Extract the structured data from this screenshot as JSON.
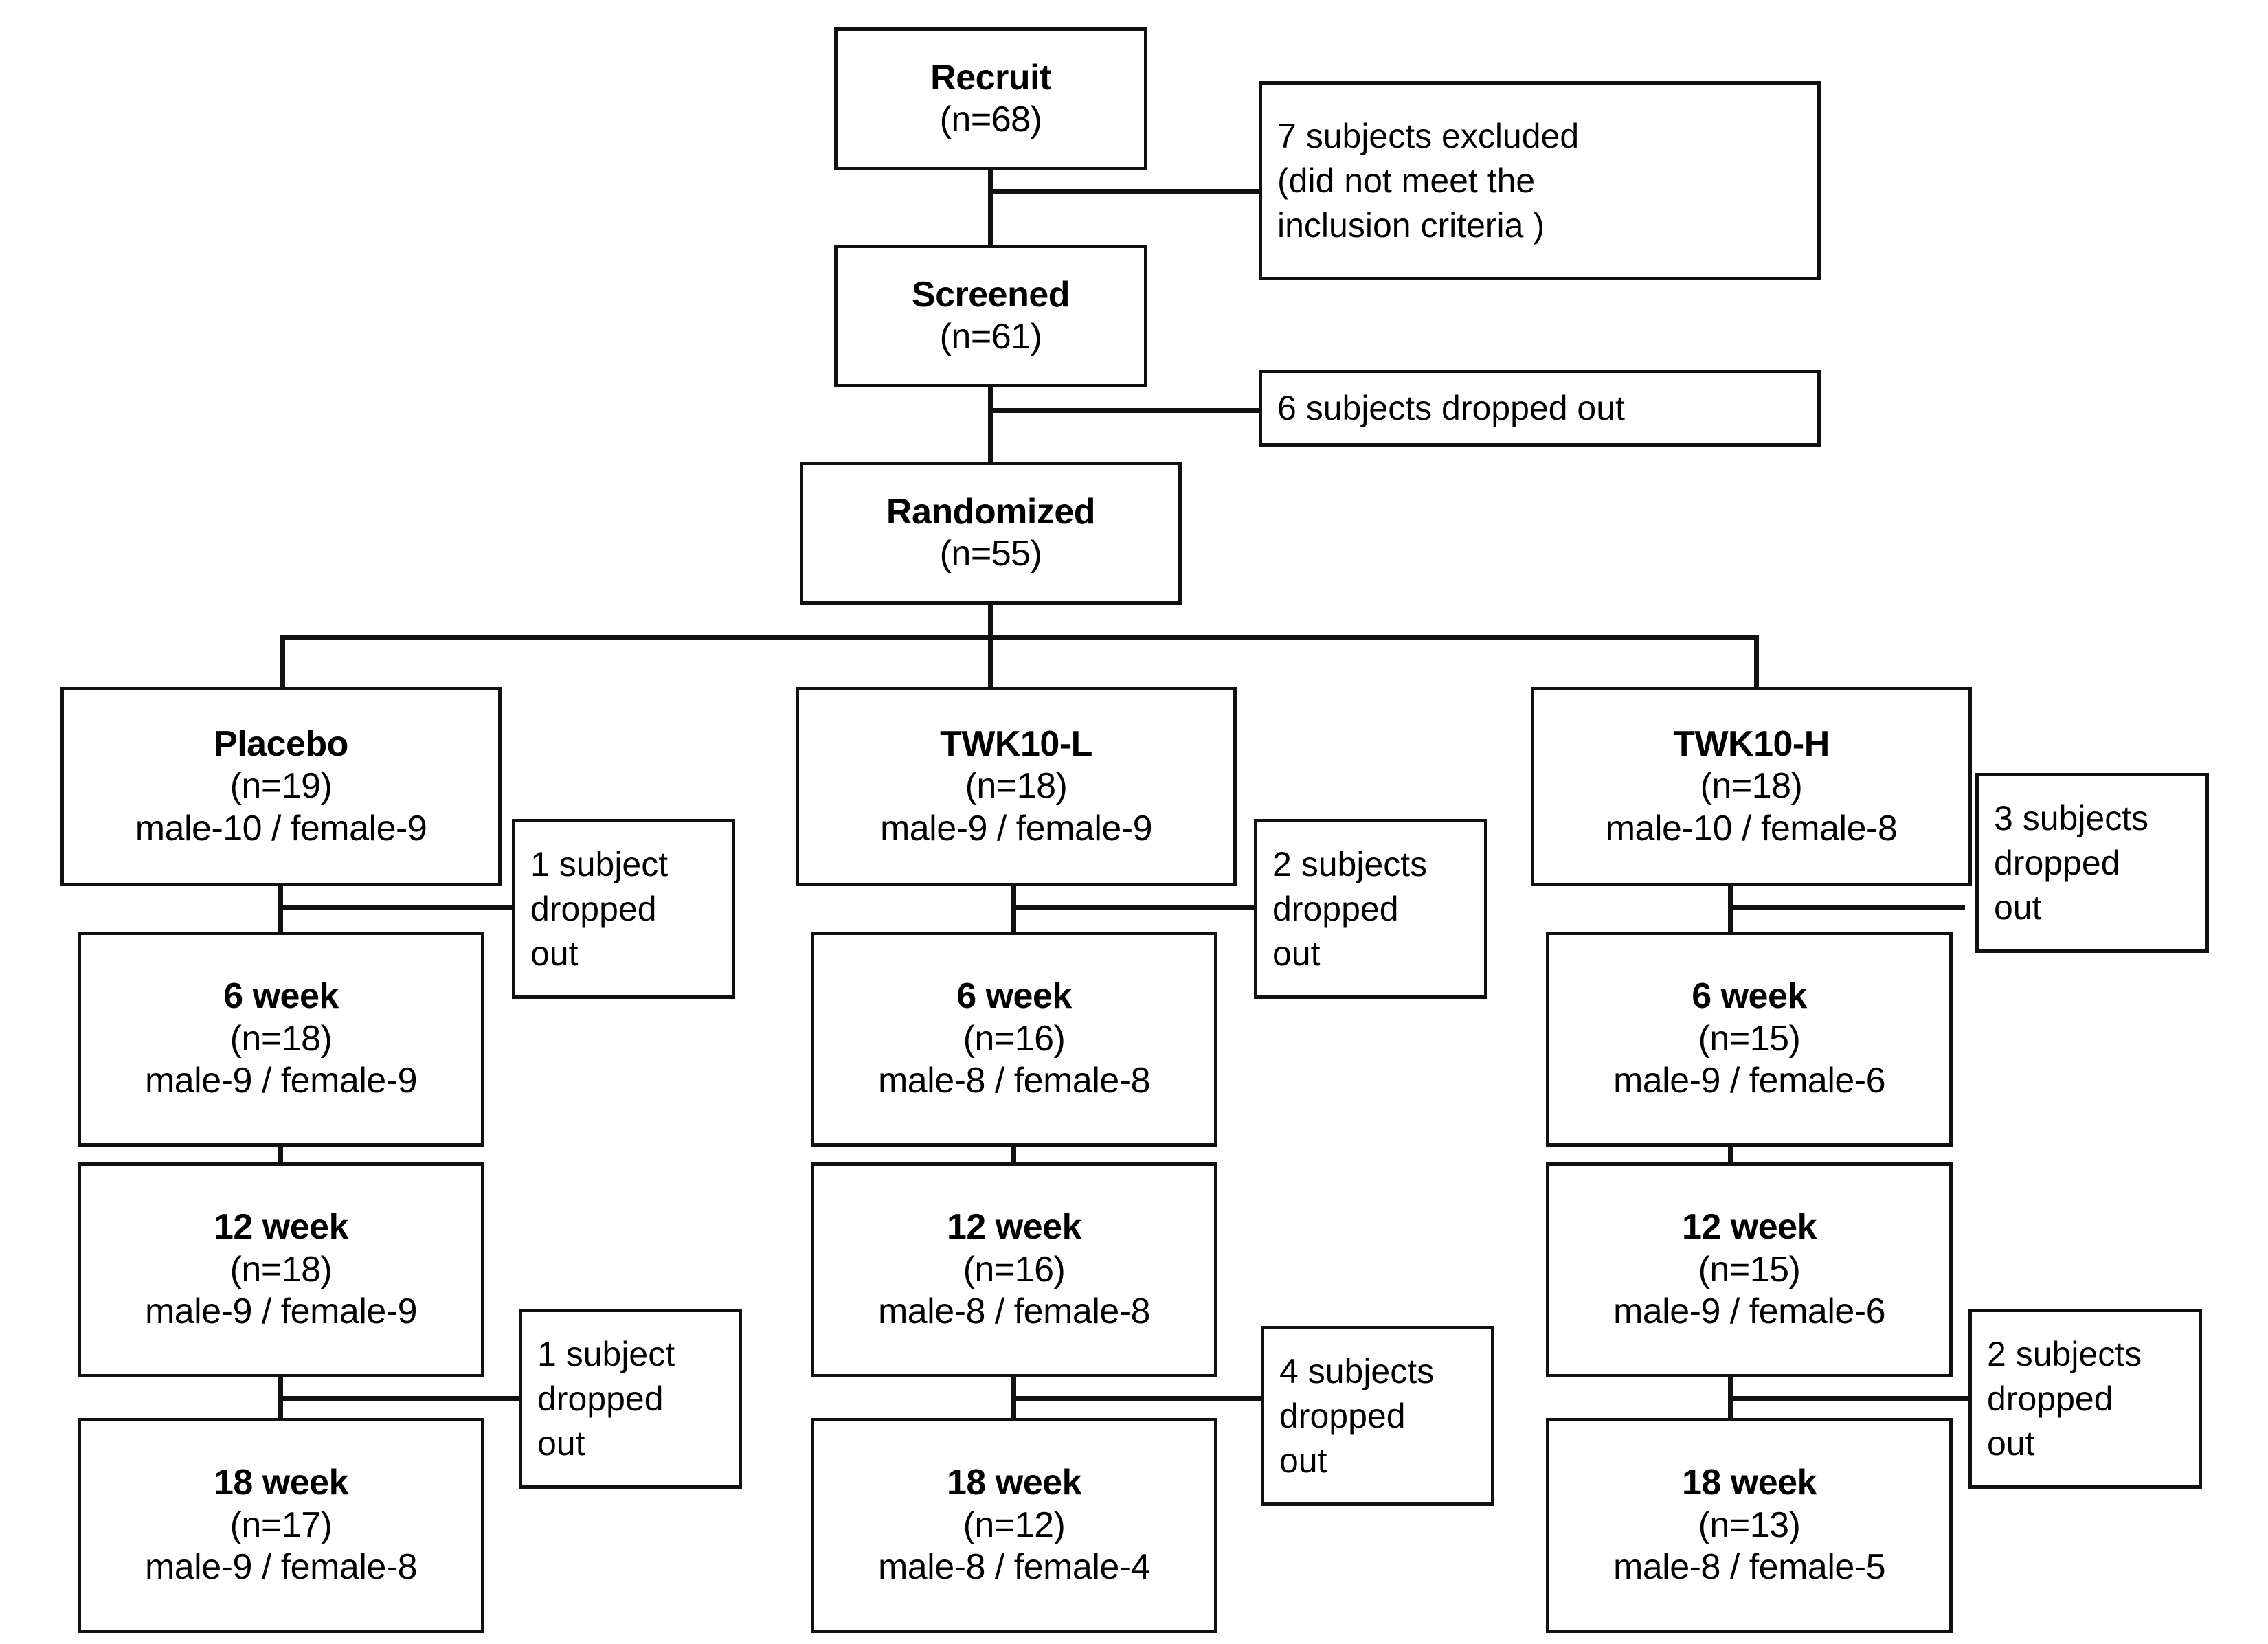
{
  "diagram": {
    "type": "consort-flow",
    "title_nodes": {
      "recruit": {
        "title": "Recruit",
        "n": "(n=68)"
      },
      "screened": {
        "title": "Screened",
        "n": "(n=61)"
      },
      "randomized": {
        "title": "Randomized",
        "n": "(n=55)"
      }
    },
    "top_notes": [
      {
        "id": "excluded",
        "lines": [
          "7 subjects excluded",
          "(did not meet the",
          "inclusion criteria )"
        ]
      },
      {
        "id": "dropped-screen",
        "lines": [
          "6 subjects dropped out"
        ]
      }
    ],
    "arms": [
      {
        "id": "placebo",
        "group": {
          "title": "Placebo",
          "n": "(n=19)",
          "sex": "male-10 / female-9"
        },
        "timepoints": [
          {
            "title": "6 week",
            "n": "(n=18)",
            "sex": "male-9 / female-9"
          },
          {
            "title": "12 week",
            "n": "(n=18)",
            "sex": "male-9 / female-9"
          },
          {
            "title": "18 week",
            "n": "(n=17)",
            "sex": "male-9 / female-8"
          }
        ],
        "dropouts": [
          {
            "after": "group",
            "lines": [
              "1 subject",
              "dropped",
              "out"
            ]
          },
          {
            "after": "12 week",
            "lines": [
              "1 subject",
              "dropped",
              "out"
            ]
          }
        ]
      },
      {
        "id": "twk10-l",
        "group": {
          "title": "TWK10-L",
          "n": "(n=18)",
          "sex": "male-9 / female-9"
        },
        "timepoints": [
          {
            "title": "6 week",
            "n": "(n=16)",
            "sex": "male-8 / female-8"
          },
          {
            "title": "12 week",
            "n": "(n=16)",
            "sex": "male-8 / female-8"
          },
          {
            "title": "18 week",
            "n": "(n=12)",
            "sex": "male-8 / female-4"
          }
        ],
        "dropouts": [
          {
            "after": "group",
            "lines": [
              "2 subjects",
              "dropped",
              "out"
            ]
          },
          {
            "after": "12 week",
            "lines": [
              "4 subjects",
              "dropped",
              "out"
            ]
          }
        ]
      },
      {
        "id": "twk10-h",
        "group": {
          "title": "TWK10-H",
          "n": "(n=18)",
          "sex": "male-10 / female-8"
        },
        "timepoints": [
          {
            "title": "6 week",
            "n": "(n=15)",
            "sex": "male-9 / female-6"
          },
          {
            "title": "12 week",
            "n": "(n=15)",
            "sex": "male-9 / female-6"
          },
          {
            "title": "18 week",
            "n": "(n=13)",
            "sex": "male-8 / female-5"
          }
        ],
        "dropouts": [
          {
            "after": "group",
            "lines": [
              "3 subjects",
              "dropped",
              "out"
            ]
          },
          {
            "after": "12 week",
            "lines": [
              "2 subjects",
              "dropped",
              "out"
            ]
          }
        ]
      }
    ],
    "colors": {
      "stroke": "#111111",
      "background": "#ffffff",
      "text": "#000000"
    }
  }
}
